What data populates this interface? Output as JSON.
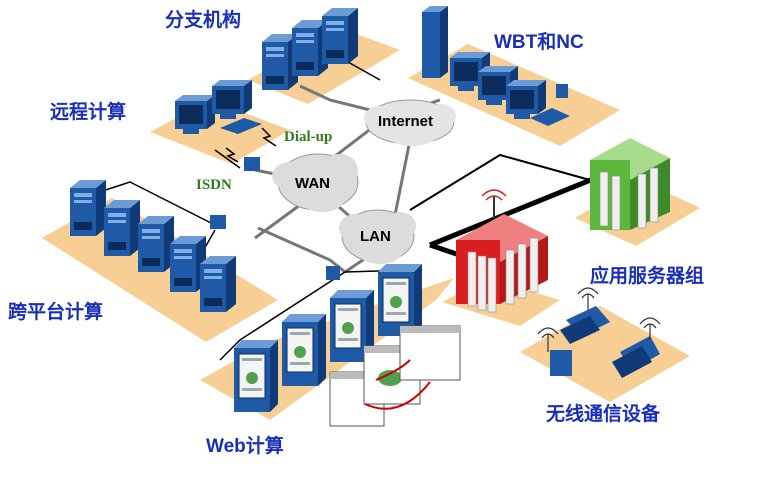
{
  "labels": {
    "branch": "分支机构",
    "remote": "远程计算",
    "wbt": "WBT和NC",
    "isdn": "ISDN",
    "dialup": "Dial-up",
    "wan": "WAN",
    "lan": "LAN",
    "internet": "Internet",
    "crossplatform": "跨平台计算",
    "appservers": "应用服务器组",
    "wireless": "无线通信设备",
    "web": "Web计算"
  },
  "colors": {
    "label_blue": "#1a2fb8",
    "label_green": "#2e7d1a",
    "platform": "#f7cf94",
    "device_blue": "#1e5aa6",
    "server_red": "#d81e1e",
    "server_green": "#5cb83c",
    "cloud": "#dcdcdc"
  },
  "icons": [
    "desktop-computer-icon",
    "tower-server-icon",
    "modem-icon",
    "laptop-icon",
    "pda-icon",
    "web-terminal-icon",
    "red-server-rack-icon",
    "green-server-rack-icon",
    "cloud-icon",
    "antenna-icon"
  ]
}
